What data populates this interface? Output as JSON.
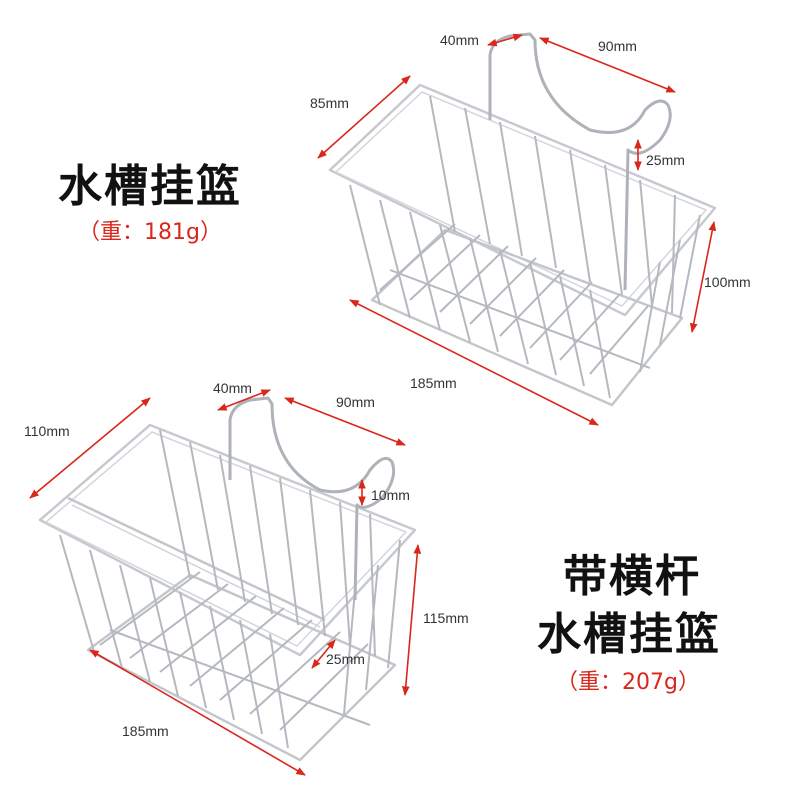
{
  "product1": {
    "title": "水槽挂篮",
    "weight": "（重：181g）",
    "dims": {
      "hook_width": "40mm",
      "hook_span": "90mm",
      "depth": "85mm",
      "hook_drop": "25mm",
      "height": "100mm",
      "length": "185mm"
    }
  },
  "product2": {
    "title_line1": "带横杆",
    "title_line2": "水槽挂篮",
    "weight": "（重：207g）",
    "dims": {
      "hook_width": "40mm",
      "hook_span": "90mm",
      "depth": "110mm",
      "hook_drop": "10mm",
      "bar_drop": "25mm",
      "height": "115mm",
      "length": "185mm"
    }
  },
  "colors": {
    "dimension_line": "#d9271c",
    "wire": "#b8bcc2",
    "title": "#111111"
  }
}
